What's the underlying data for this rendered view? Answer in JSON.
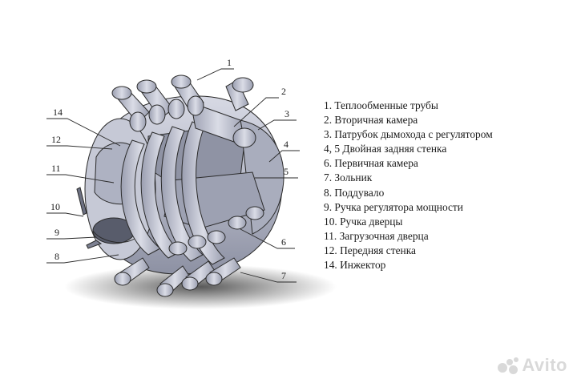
{
  "callouts": [
    {
      "num": "1"
    },
    {
      "num": "2"
    },
    {
      "num": "3"
    },
    {
      "num": "4"
    },
    {
      "num": "5"
    },
    {
      "num": "6"
    },
    {
      "num": "7"
    },
    {
      "num": "8"
    },
    {
      "num": "9"
    },
    {
      "num": "10"
    },
    {
      "num": "11"
    },
    {
      "num": "12"
    },
    {
      "num": "14"
    }
  ],
  "legend": [
    "1. Теплообменные трубы",
    "2. Вторичная камера",
    "3. Патрубок дымохода с регулятором",
    "4, 5 Двойная задняя стенка",
    "6. Первичная камера",
    "7. Зольник",
    "8. Поддувало",
    "9. Ручка регулятора мощности",
    "10. Ручка дверцы",
    "11. Загрузочная дверца",
    "12. Передняя стенка",
    "14. Инжектор"
  ],
  "watermark": {
    "text": "Avito",
    "icon": "avito-dots-logo"
  },
  "colors": {
    "metal": "#b9bccb",
    "metal_dark": "#7d8192",
    "outline": "#2a2a2a",
    "shadow": "#5a5a5a"
  }
}
